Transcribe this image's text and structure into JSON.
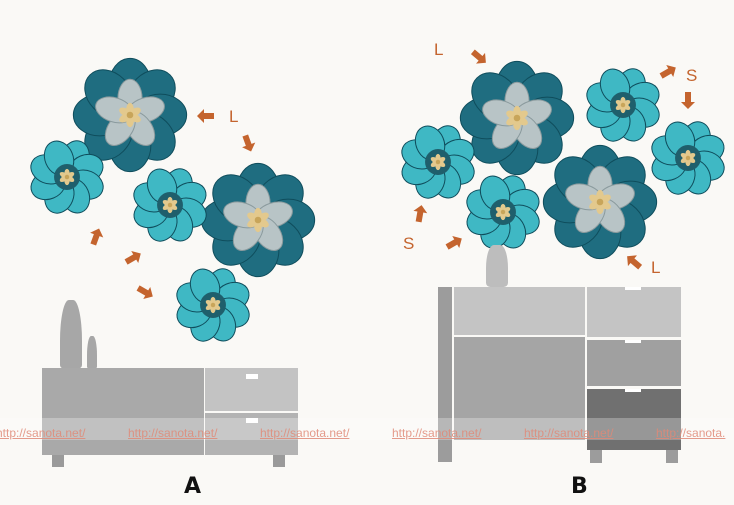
{
  "layouts": [
    {
      "caption": "A",
      "labels": [
        "L"
      ]
    },
    {
      "caption": "B",
      "labels": [
        "L",
        "S",
        "S",
        "L"
      ]
    }
  ],
  "watermark": [
    "http://sanota.net/",
    "http://sanota.net/",
    "http://sanota.net/",
    "http://sanota.net/",
    "http://sanota.net/",
    "http://sanota."
  ],
  "colors": {
    "accent": "#c4642e",
    "teal": "#1f6d80",
    "teal_light": "#3fb8c4",
    "gray": "#a8a8a8"
  }
}
